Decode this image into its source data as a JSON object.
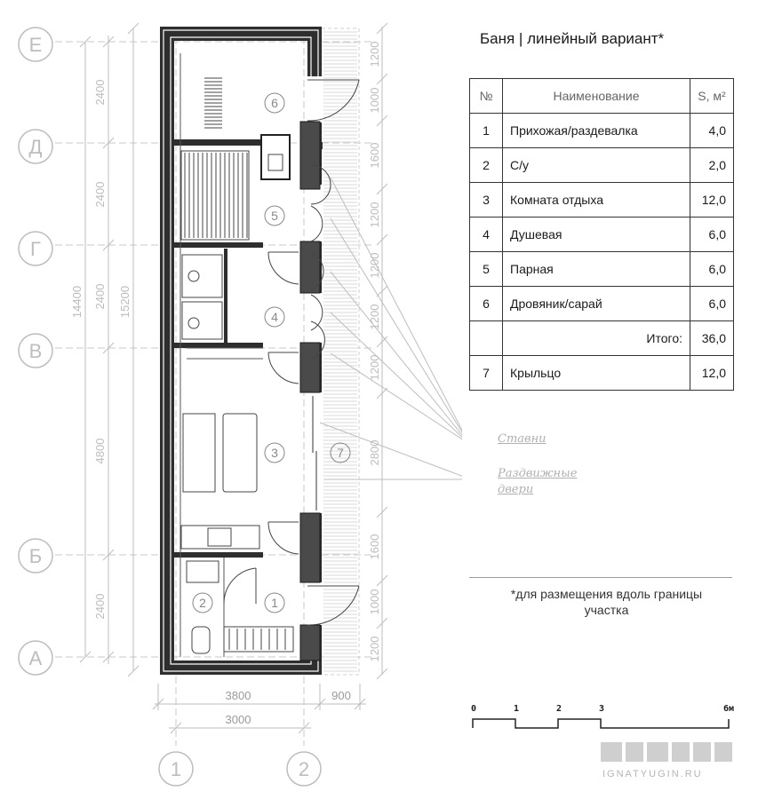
{
  "title": "Баня | линейный вариант*",
  "table": {
    "headers": [
      "№",
      "Наименование",
      "S, м²"
    ],
    "rows": [
      {
        "n": "1",
        "name": "Прихожая/раздевалка",
        "area": "4,0"
      },
      {
        "n": "2",
        "name": "С/у",
        "area": "2,0"
      },
      {
        "n": "3",
        "name": "Комната отдыха",
        "area": "12,0"
      },
      {
        "n": "4",
        "name": "Душевая",
        "area": "6,0"
      },
      {
        "n": "5",
        "name": "Парная",
        "area": "6,0"
      },
      {
        "n": "6",
        "name": "Дровяник/сарай",
        "area": "6,0"
      }
    ],
    "total_label": "Итого:",
    "total_value": "36,0",
    "extra_row": {
      "n": "7",
      "name": "Крыльцо",
      "area": "12,0"
    }
  },
  "callouts": {
    "shutters": "Ставни",
    "sliding_doors_1": "Раздвижные",
    "sliding_doors_2": "двери"
  },
  "note": "*для размещения вдоль границы участка",
  "scale": {
    "labels": [
      "0",
      "1",
      "2",
      "3",
      "6м"
    ]
  },
  "branding": "IGNATYUGIN.RU",
  "axes": {
    "rows": [
      "Е",
      "Д",
      "Г",
      "В",
      "Б",
      "А"
    ],
    "columns": [
      "1",
      "2"
    ]
  },
  "dimensions": {
    "left_segments": [
      "2400",
      "2400",
      "2400",
      "4800",
      "2400"
    ],
    "total_inner": "14400",
    "total_outer": "15200",
    "bottom_outer": "3800",
    "bottom_porch": "900",
    "bottom_axis": "3000",
    "right_segments": [
      "1200",
      "1000",
      "1600",
      "1200",
      "1200",
      "1200",
      "1200",
      "2800",
      "1600",
      "1000",
      "1200"
    ]
  },
  "rooms": [
    "1",
    "2",
    "3",
    "4",
    "5",
    "6",
    "7"
  ]
}
